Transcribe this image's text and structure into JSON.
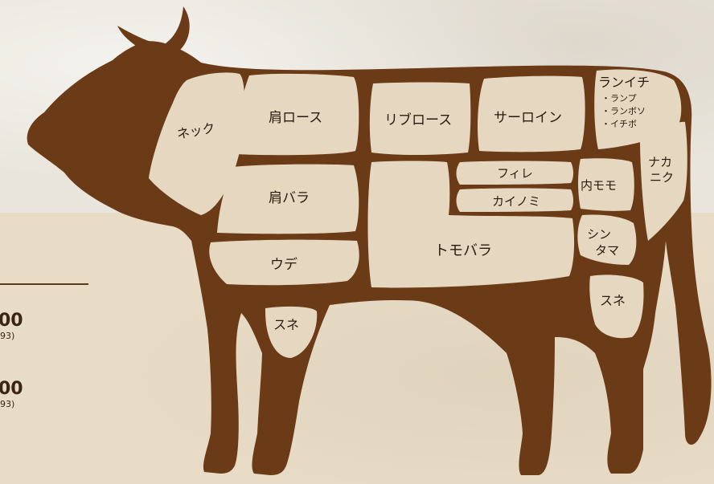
{
  "prices": [
    {
      "main": "00",
      "sub": "93)"
    },
    {
      "main": "00",
      "sub": "93)"
    }
  ],
  "cuts": {
    "neck": "ネック",
    "kata_loin": "肩ロース",
    "rib_loin": "リブロース",
    "sirloin": "サーロイン",
    "ranichi": "ランイチ",
    "ranichi_sub1": "・ランプ",
    "ranichi_sub2": "・ランボソ",
    "ranichi_sub3": "・イチボ",
    "kata_bara": "肩バラ",
    "fillet": "フィレ",
    "kainomi": "カイノミ",
    "uchimomo": "内モモ",
    "nakaniku_1": "ナカ",
    "nakaniku_2": "ニク",
    "ude": "ウデ",
    "tomobara": "トモバラ",
    "shintama_1": "シン",
    "shintama_2": "タマ",
    "sune_front": "スネ",
    "sune_rear": "スネ"
  },
  "colors": {
    "cow_body": "#6b3a17",
    "cut_fill": "#e6d8c0",
    "text": "#2b1a0c"
  }
}
